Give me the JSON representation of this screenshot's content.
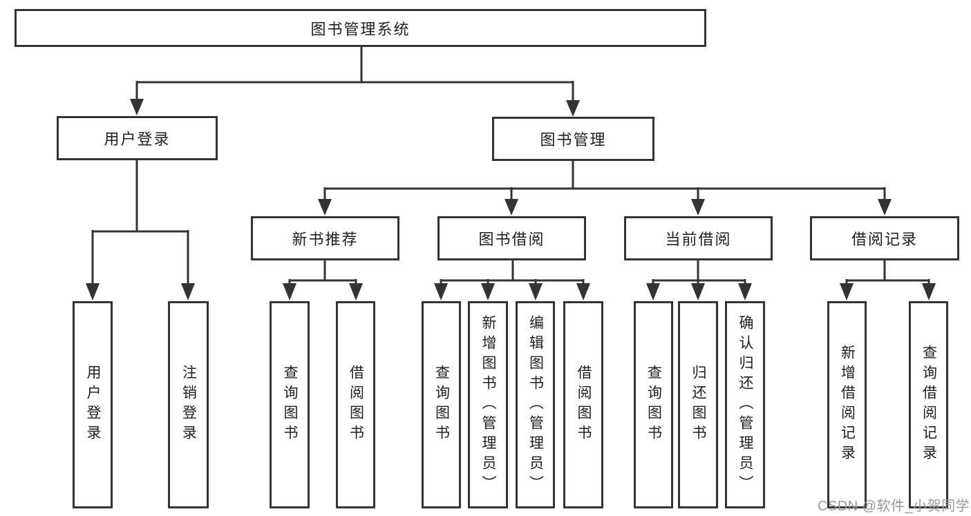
{
  "diagram_type": "functional-structure-tree",
  "tree": {
    "label": "图书管理系统",
    "children": [
      {
        "label": "用户登录",
        "children": [
          {
            "label": "用户登录"
          },
          {
            "label": "注销登录"
          }
        ]
      },
      {
        "label": "图书管理",
        "children": [
          {
            "label": "新书推荐",
            "children": [
              {
                "label": "查询图书"
              },
              {
                "label": "借阅图书"
              }
            ]
          },
          {
            "label": "图书借阅",
            "children": [
              {
                "label": "查询图书"
              },
              {
                "label": "新增图书（管理员）"
              },
              {
                "label": "编辑图书（管理员）"
              },
              {
                "label": "借阅图书"
              }
            ]
          },
          {
            "label": "当前借阅",
            "children": [
              {
                "label": "查询图书"
              },
              {
                "label": "归还图书"
              },
              {
                "label": "确认归还（管理员）"
              }
            ]
          },
          {
            "label": "借阅记录",
            "children": [
              {
                "label": "新增借阅记录"
              },
              {
                "label": "查询借阅记录"
              }
            ]
          }
        ]
      }
    ]
  },
  "watermark": "CSDN @软件_小贺同学",
  "colors": {
    "line": "#333333",
    "text": "#1f1f1f",
    "watermark": "#9a9a9a",
    "background": "#ffffff"
  }
}
